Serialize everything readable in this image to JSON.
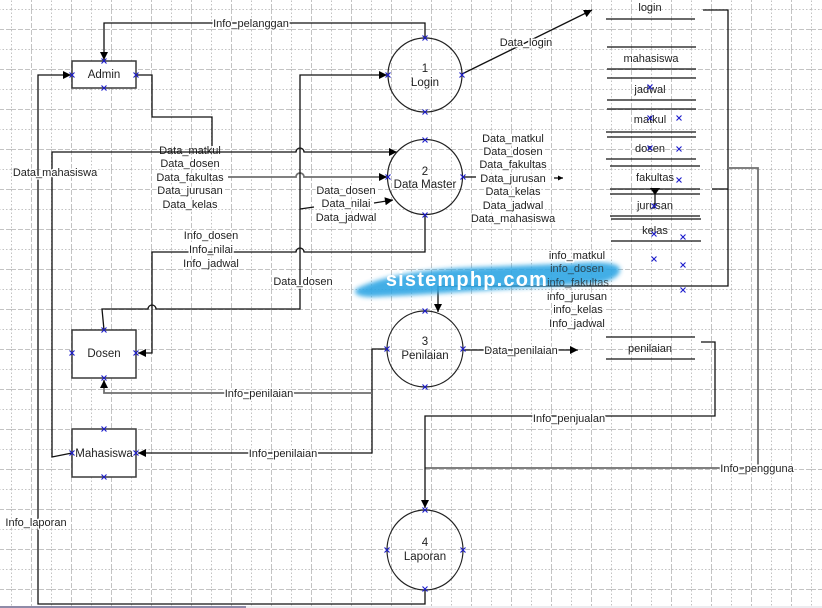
{
  "diagram": {
    "type": "Data Flow Diagram Level 1",
    "entities": {
      "admin": "Admin",
      "dosen": "Dosen",
      "mahasiswa": "Mahasiswa"
    },
    "processes": [
      {
        "number": "1",
        "name": "Login"
      },
      {
        "number": "2",
        "name": "Data Master"
      },
      {
        "number": "3",
        "name": "Penilaian"
      },
      {
        "number": "4",
        "name": "Laporan"
      }
    ],
    "data_stores": [
      "login",
      "mahasiswa",
      "jadwal",
      "matkul",
      "dosen",
      "fakultas",
      "jurusan",
      "kelas",
      "penilaian"
    ],
    "flows": {
      "info_pelanggan": "Info_pelanggan",
      "data_login": "Data_login",
      "data_mahasiswa": "Data_mahasiswa",
      "admin_to_master": [
        "Data_matkul",
        "Data_dosen",
        "Data_fakultas",
        "Data_jurusan",
        "Data_kelas"
      ],
      "dosen_to_master": [
        "Data_dosen",
        "Data_nilai",
        "Data_jadwal"
      ],
      "master_to_dosen": [
        "Info_dosen",
        "Info_nilai",
        "Info_jadwal"
      ],
      "dosen_to_login": "Data_dosen",
      "master_to_stores": [
        "Data_matkul",
        "Data_dosen",
        "Data_fakultas",
        "Data_jurusan",
        "Data_kelas",
        "Data_jadwal",
        "Data_mahasiswa"
      ],
      "stores_to_penilaian": [
        "info_matkul",
        "info_dosen",
        "info_fakultas",
        "info_jurusan",
        "info_kelas",
        "Info_jadwal"
      ],
      "data_penilaian": "Data_penilaian",
      "penilaian_to_dosen": "Info_penilaian",
      "penilaian_to_mahasiswa": "Info_penilaian",
      "info_penjualan": "Info_penjualan",
      "info_pengguna": "Info_pengguna",
      "info_laporan": "Info_laporan"
    }
  },
  "watermark": "sistemphp.com",
  "colors": {
    "connection_marker": "#1a1acc",
    "watermark_brush": "#2fa6e4"
  }
}
